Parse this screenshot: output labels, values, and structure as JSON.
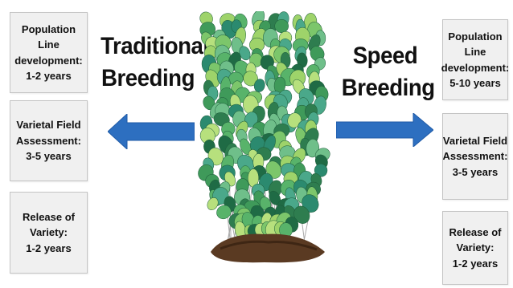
{
  "traditional": {
    "title": "Traditional\nBreeding",
    "steps": [
      "Population\nLine\ndevelopment:\n1-2 years",
      "Varietal Field\nAssessment:\n3-5 years",
      "Release of\nVariety:\n1-2 years"
    ]
  },
  "speed": {
    "title": "Speed\nBreeding",
    "steps": [
      "Population\nLine\ndevelopment:\n5-10 years",
      "Varietal Field\nAssessment:\n3-5 years",
      "Release of\nVariety:\n1-2 years"
    ]
  },
  "colors": {
    "arrow": "#2d6fc0",
    "box_background": "#f0f0f0",
    "box_border": "#c4c4c4",
    "soil": "#5a3a22",
    "leaf_dark": "#2e7d4f",
    "leaf_light": "#9ed36a"
  },
  "icons": {
    "left_arrow": "arrow-left-icon",
    "right_arrow": "arrow-right-icon",
    "center_image": "plant-illustration"
  }
}
